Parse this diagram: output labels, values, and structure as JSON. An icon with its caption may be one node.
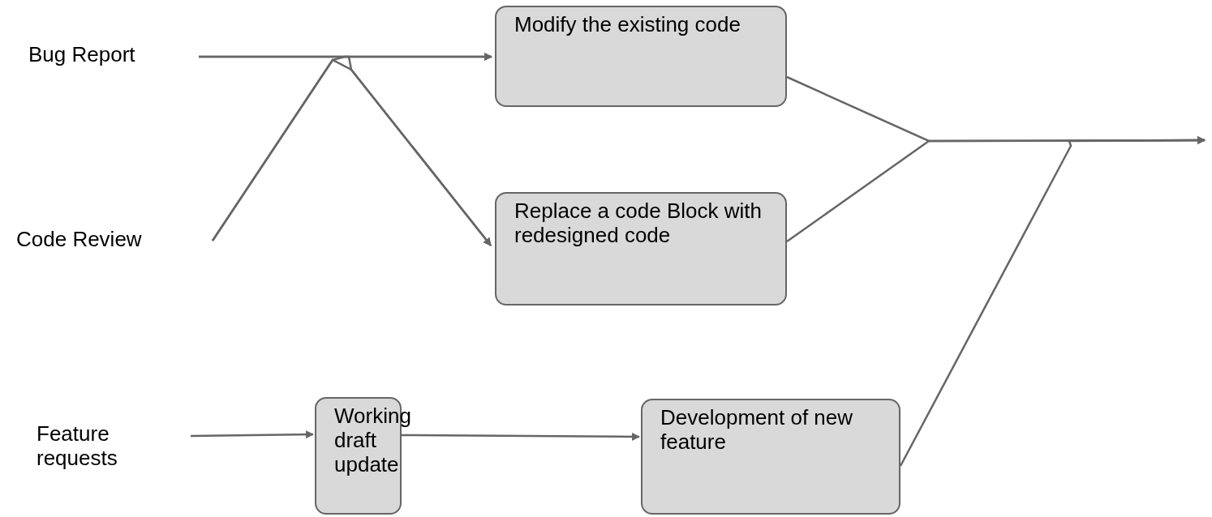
{
  "diagram": {
    "nodes": [
      {
        "text": [
          "Bug Report"
        ]
      },
      {
        "text": [
          "Code Review"
        ]
      },
      {
        "text": [
          "Feature requests"
        ]
      },
      {
        "text": [
          "Modify the existing code"
        ]
      },
      {
        "text": [
          "Replace a code Block with redesigned code"
        ]
      },
      {
        "text": [
          "Working draft update"
        ]
      },
      {
        "text": [
          "Development of new feature"
        ]
      }
    ],
    "edges": [
      {
        "from": 0,
        "to": 3,
        "arrow": "to"
      },
      {
        "from": 0,
        "to": 4,
        "arrow": "to"
      },
      {
        "from": 1,
        "to": 3,
        "arrow": "to"
      },
      {
        "from": 1,
        "to": 4,
        "arrow": "to"
      },
      {
        "from": 3,
        "to": null,
        "arrow": "to"
      },
      {
        "from": 4,
        "to": null,
        "arrow": "to"
      },
      {
        "from": 6,
        "to": null,
        "arrow": "to"
      },
      {
        "from": 2,
        "to": 5,
        "arrow": "to"
      },
      {
        "from": 5,
        "to": 6,
        "arrow": "to"
      }
    ]
  }
}
